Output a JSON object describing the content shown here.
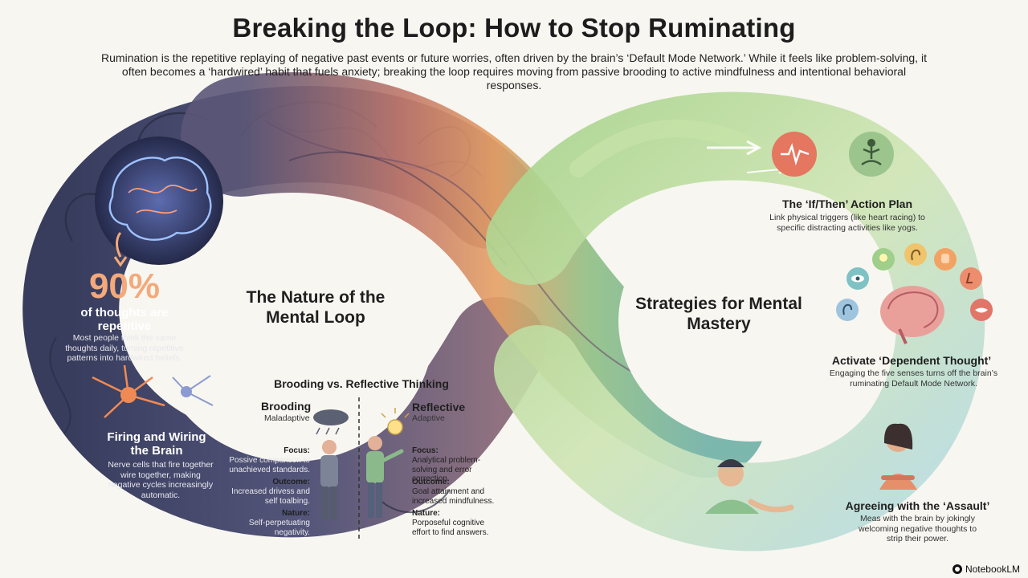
{
  "title": "Breaking the Loop: How to Stop Ruminating",
  "subtitle": "Rumination is the repetitive replaying of negative past events or future worries, often driven by the brain’s ‘Default Mode Network.’ While it feels like problem-solving, it often becomes a ‘hardwired’ habit that fuels anxiety; breaking the loop requires moving from passive brooding to active mindfulness and intentional behavioral responses.",
  "left_loop": {
    "heading": "The Nature of the Mental Loop",
    "stat": {
      "value": "90%",
      "label": "of thoughts are repetitive",
      "description": "Most people think the same thoughts daily, turning repetitive patterns into hardwired beliefs."
    },
    "firing": {
      "title": "Firing and Wiring the Brain",
      "description": "Nerve cells that fire together wire together, making negative cycles increasingly automatic."
    },
    "comparison": {
      "title": "Brooding vs. Reflective Thinking",
      "brooding": {
        "name": "Brooding",
        "type": "Maladaptive",
        "focus_label": "Focus:",
        "focus": "Possive comparison to unachieved standards.",
        "outcome_label": "Outcome:",
        "outcome": "Increased drivess and self toalbing.",
        "nature_label": "Nature:",
        "nature": "Self-perpetuating negativity."
      },
      "reflective": {
        "name": "Reflective",
        "type": "Adaptive",
        "focus_label": "Focus:",
        "focus": "Analytical problem-solving and error correction.",
        "outcome_label": "Outcome:",
        "outcome": "Goal attainment and increased mindfulness.",
        "nature_label": "Nature:",
        "nature": "Porposeful cognitive effort to find answers."
      }
    }
  },
  "right_loop": {
    "heading": "Strategies for Mental Mastery",
    "strategies": [
      {
        "title": "The ‘If/Then’ Action Plan",
        "description": "Link physical triggers (like heart racing) to specific distracting activities like yogs.",
        "icons": [
          "heart-rate-icon",
          "yoga-icon"
        ]
      },
      {
        "title": "Activate ‘Dependent Thought’",
        "description": "Engaging the five senses turns off the brain’s ruminating Default Mode Network.",
        "icons": [
          "eye-icon",
          "lightbulb-icon",
          "ear-icon",
          "hand-icon",
          "nose-icon",
          "mouth-icon"
        ]
      },
      {
        "title": "Agreeing with the ‘Assault’",
        "description": "Meas with the brain by jokingly welcoming negative thoughts to strip their power.",
        "icons": [
          "person-icon"
        ]
      }
    ]
  },
  "brand": "NotebookLM",
  "colors": {
    "loop_dark": "#3b3f63",
    "loop_warm": "#d98a5c",
    "loop_green": "#8cc07a",
    "loop_teal": "#7fb8b4",
    "accent_orange": "#f4a97a",
    "icon_red": "#e5765f"
  }
}
